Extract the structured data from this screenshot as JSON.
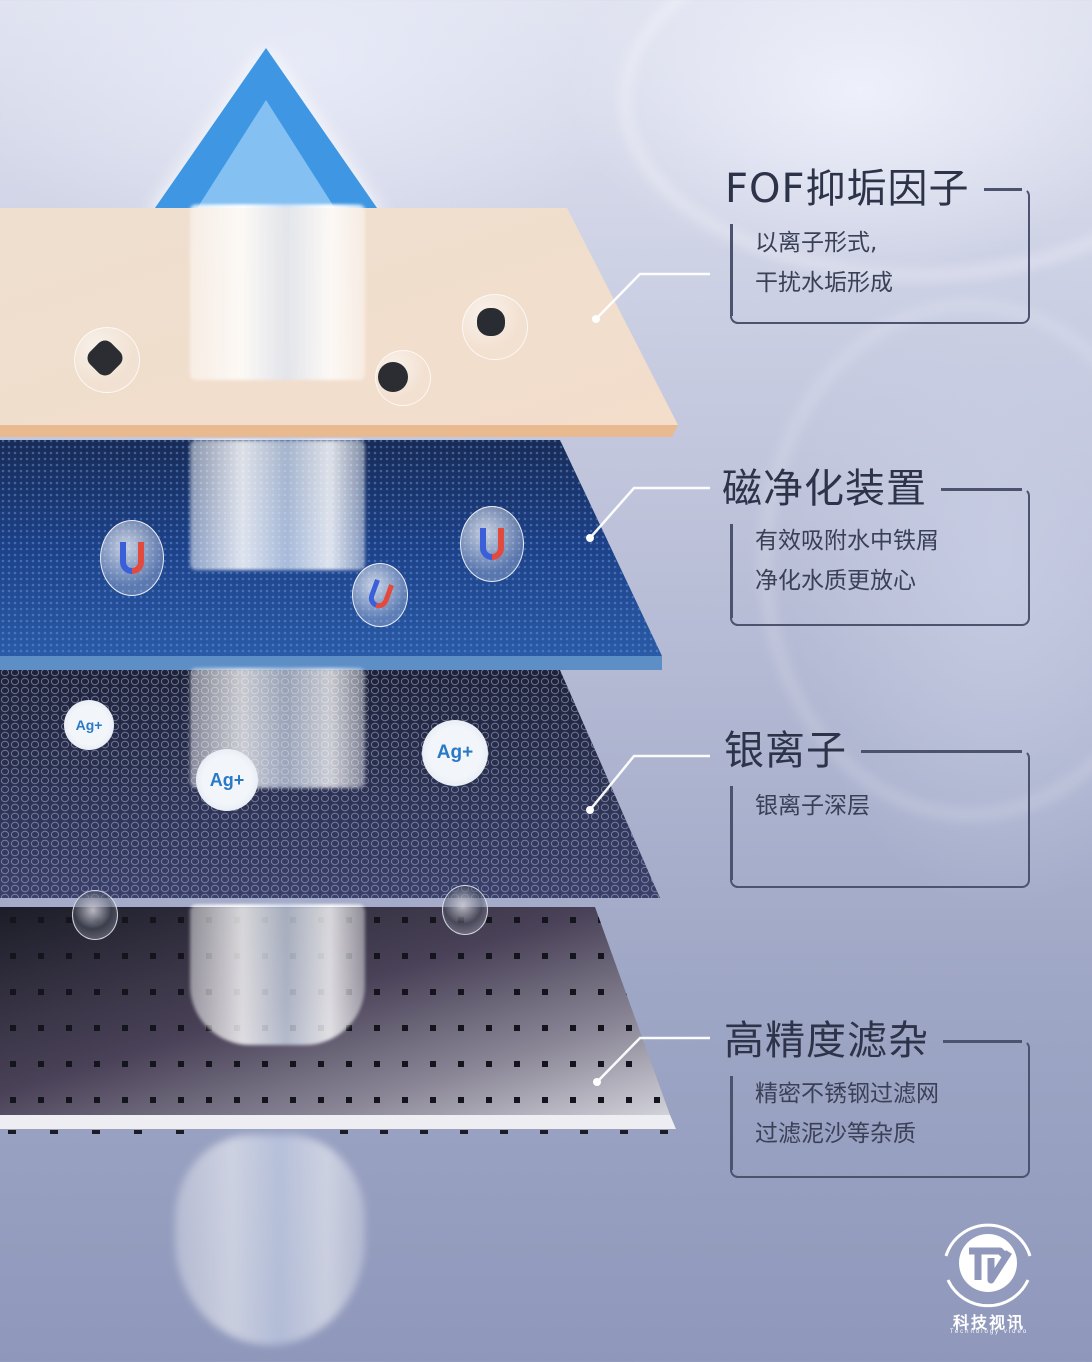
{
  "colors": {
    "background_top": "#dfe2ef",
    "background_bottom": "#8f98bb",
    "arrow_blue": "#3f97e3",
    "layer1_tan": "#f1dccb",
    "layer2_navy": "#1d3f80",
    "layer3_dark_hex": "#2a2f4f",
    "layer4_steel": "#9a96a6",
    "callout_text": "#2d3348",
    "callout_border": "#4c536e",
    "ag_text": "#2a79c6"
  },
  "diagram": {
    "arrow": {
      "direction": "up",
      "icon": "water-flow-arrow"
    },
    "layers": [
      {
        "id": "fof",
        "icon": "scale-inhibitor-particles",
        "callout": {
          "title": "FOF抑垢因子",
          "lines": [
            "以离子形式,",
            "干扰水垢形成"
          ]
        }
      },
      {
        "id": "magnetic",
        "icon": "magnet-bubbles",
        "callout": {
          "title": "磁净化装置",
          "lines": [
            "有效吸附水中铁屑",
            "净化水质更放心"
          ]
        }
      },
      {
        "id": "silver",
        "icon": "silver-ion-bubbles",
        "badges": [
          "Ag+",
          "Ag+",
          "Ag+"
        ],
        "callout": {
          "title": "银离子",
          "lines": [
            "银离子深层"
          ]
        }
      },
      {
        "id": "filter",
        "icon": "perforated-steel-mesh",
        "callout": {
          "title": "高精度滤杂",
          "lines": [
            "精密不锈钢过滤网",
            "过滤泥沙等杂质"
          ]
        }
      }
    ]
  },
  "watermark": {
    "brand": "科技视讯",
    "tagline": "Technology video",
    "icon": "tv-logo"
  }
}
